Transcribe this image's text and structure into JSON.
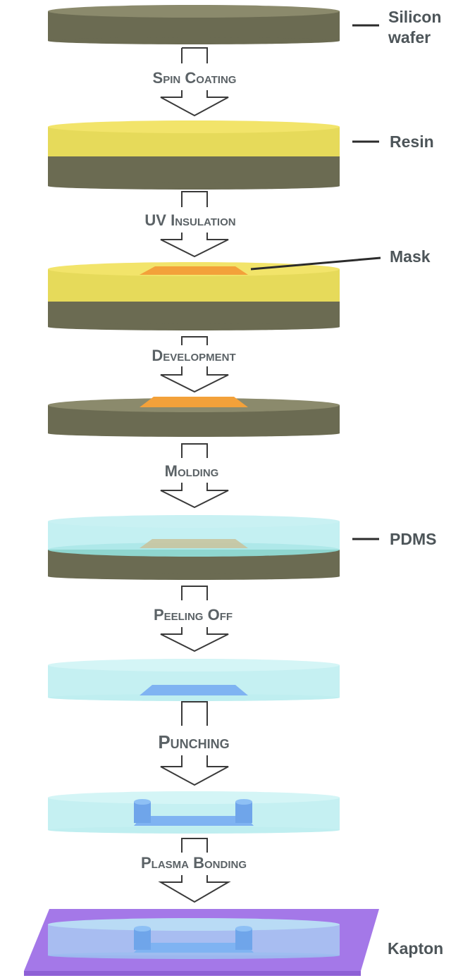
{
  "labels": {
    "silicon_line1": "Silicon",
    "silicon_line2": "wafer",
    "resin": "Resin",
    "mask": "Mask",
    "pdms": "PDMS",
    "kapton": "Kapton"
  },
  "steps": [
    "Spin Coating",
    "UV Insulation",
    "Development",
    "Molding",
    "Peeling Off",
    "Punching",
    "Plasma Bonding"
  ],
  "colors": {
    "wafer_top": "#8b8a6c",
    "wafer_side": "#6b6b52",
    "resin_top": "#f2e46a",
    "resin_side": "#e6da5a",
    "mask": "#f3a13a",
    "pdms_top": "#c9f1f3",
    "pdms_side": "#b5ecef",
    "channel": "#7fb3f2",
    "kapton": "#a478e8",
    "text": "#5b6266",
    "line": "#2b2b2b"
  }
}
